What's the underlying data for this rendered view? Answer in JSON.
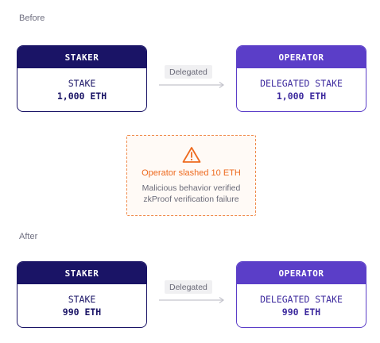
{
  "before": {
    "label": "Before",
    "staker": {
      "header": "STAKER",
      "line1": "STAKE",
      "line2": "1,000 ETH"
    },
    "edge_label": "Delegated",
    "operator": {
      "header": "OPERATOR",
      "line1": "DELEGATED STAKE",
      "line2": "1,000 ETH"
    }
  },
  "slash": {
    "icon": "warning-triangle-icon",
    "title": "Operator slashed 10 ETH",
    "line1": "Malicious behavior verified",
    "line2": "zkProof verification failure"
  },
  "after": {
    "label": "After",
    "staker": {
      "header": "STAKER",
      "line1": "STAKE",
      "line2": "990 ETH"
    },
    "edge_label": "Delegated",
    "operator": {
      "header": "OPERATOR",
      "line1": "DELEGATED STAKE",
      "line2": "990 ETH"
    }
  },
  "colors": {
    "staker": "#1a1466",
    "operator": "#5b3ec8",
    "alert": "#ee6a1f"
  }
}
